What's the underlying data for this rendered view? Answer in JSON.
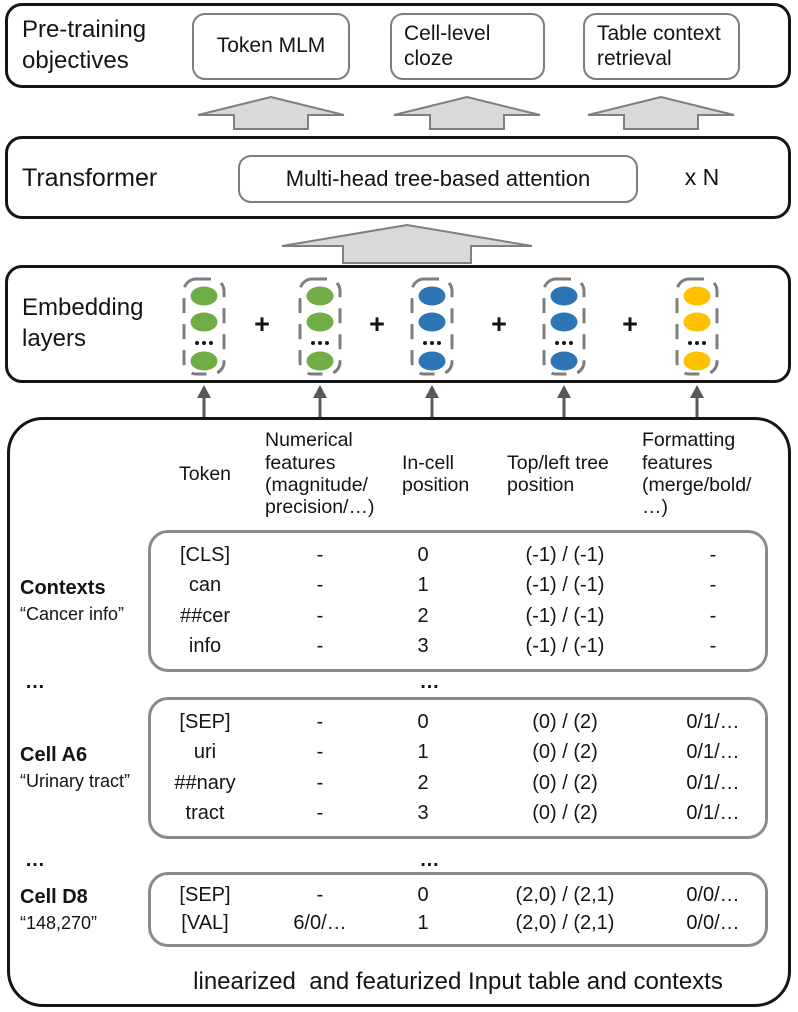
{
  "objectives": {
    "label": "Pre-training objectives",
    "items": [
      "Token MLM",
      "Cell-level cloze",
      "Table context retrieval"
    ]
  },
  "transformer": {
    "label": "Transformer",
    "attention": "Multi-head tree-based attention",
    "repeat": "x N"
  },
  "embedding": {
    "label": "Embedding layers",
    "plus": "+",
    "dots": "…",
    "column_colors": [
      "#70AD47",
      "#70AD47",
      "#2E75B6",
      "#2E75B6",
      "#FFC000"
    ]
  },
  "input": {
    "headers": [
      "Token",
      "Numerical features (magnitude/ precision/…)",
      "In-cell position",
      "Top/left tree position",
      "Formatting features (merge/bold/ …)"
    ],
    "groups": [
      {
        "name": "Contexts",
        "quote": "“Cancer info”",
        "rows": [
          [
            "[CLS]",
            "-",
            "0",
            "(-1) / (-1)",
            "-"
          ],
          [
            "can",
            "-",
            "1",
            "(-1) / (-1)",
            "-"
          ],
          [
            "##cer",
            "-",
            "2",
            "(-1) / (-1)",
            "-"
          ],
          [
            "info",
            "-",
            "3",
            "(-1) / (-1)",
            "-"
          ]
        ]
      },
      {
        "name": "Cell A6",
        "quote": "“Urinary tract”",
        "rows": [
          [
            "[SEP]",
            "-",
            "0",
            "(0) / (2)",
            "0/1/…"
          ],
          [
            "uri",
            "-",
            "1",
            "(0) / (2)",
            "0/1/…"
          ],
          [
            "##nary",
            "-",
            "2",
            "(0) / (2)",
            "0/1/…"
          ],
          [
            "tract",
            "-",
            "3",
            "(0) / (2)",
            "0/1/…"
          ]
        ]
      },
      {
        "name": "Cell D8",
        "quote": "“148,270”",
        "rows": [
          [
            "[SEP]",
            "-",
            "0",
            "(2,0) / (2,1)",
            "0/0/…"
          ],
          [
            "[VAL]",
            "6/0/…",
            "1",
            "(2,0) / (2,1)",
            "0/0/…"
          ]
        ]
      }
    ],
    "ellipsis": "…",
    "caption": "linearized  and featurized Input table and contexts"
  },
  "colors": {
    "block_arrow_fill": "#d9d9d9",
    "block_arrow_stroke": "#7f7f7f",
    "thin_arrow": "#595959",
    "green": "#70AD47",
    "blue": "#2E75B6",
    "yellow": "#FFC000"
  }
}
